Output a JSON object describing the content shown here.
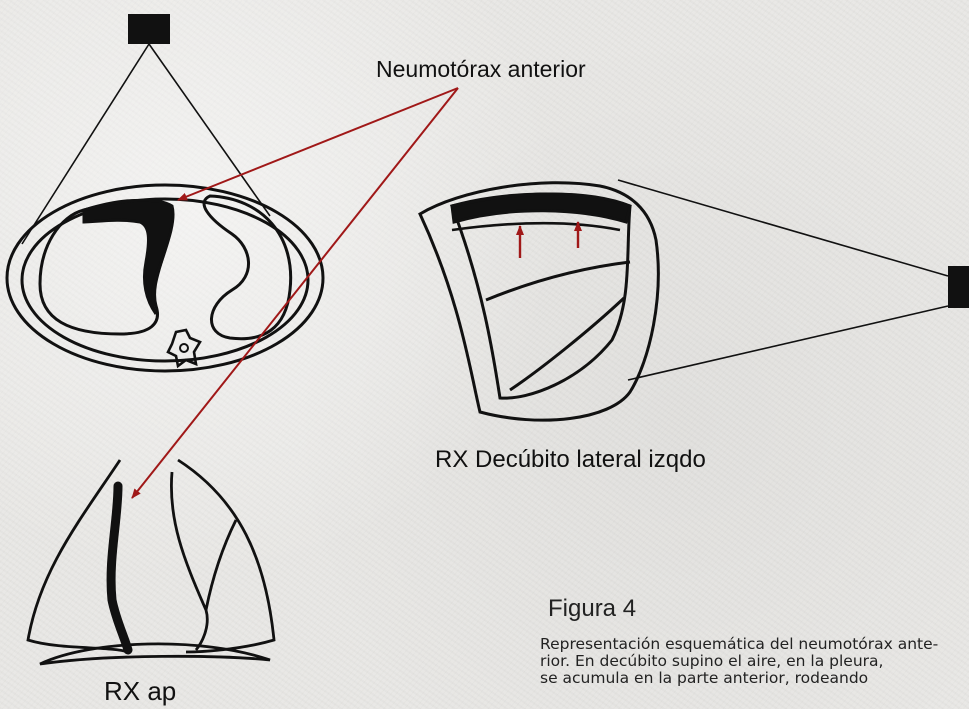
{
  "labels": {
    "anterior_pneumothorax": "Neumotórax anterior",
    "lateral_decubitus": "RX Decúbito lateral izqdo",
    "ap_xray": "RX ap"
  },
  "figure": {
    "title": "Figura 4",
    "caption_lines": [
      "Representación esquemática del neumotórax ante-",
      "rior. En decúbito supino el aire, en la pleura,",
      "se acumula en la parte anterior, rodeando"
    ]
  },
  "colors": {
    "arrow": "#a01818",
    "ink": "#111111"
  }
}
